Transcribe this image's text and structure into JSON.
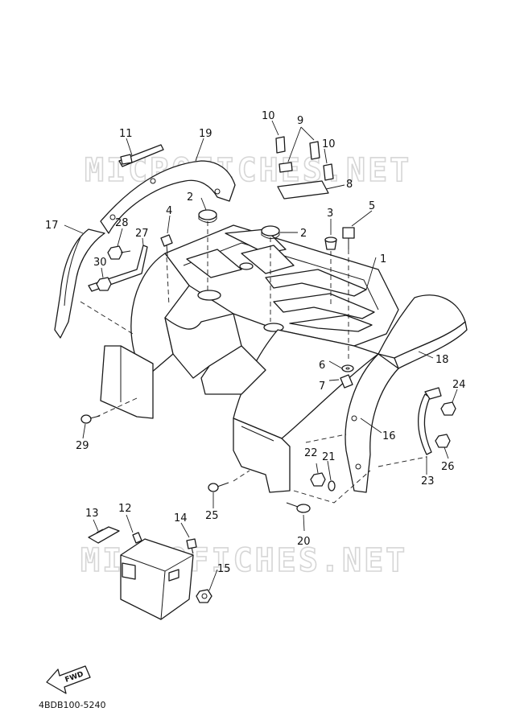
{
  "diagram": {
    "watermark": "MICROFICHES.NET",
    "diagram_code": "4BDB100-5240",
    "direction_label": "FWD",
    "callouts": [
      {
        "id": "c1",
        "label": "1"
      },
      {
        "id": "c2a",
        "label": "2"
      },
      {
        "id": "c2b",
        "label": "2"
      },
      {
        "id": "c3",
        "label": "3"
      },
      {
        "id": "c4",
        "label": "4"
      },
      {
        "id": "c5",
        "label": "5"
      },
      {
        "id": "c6",
        "label": "6"
      },
      {
        "id": "c7",
        "label": "7"
      },
      {
        "id": "c8",
        "label": "8"
      },
      {
        "id": "c9",
        "label": "9"
      },
      {
        "id": "c10a",
        "label": "10"
      },
      {
        "id": "c10b",
        "label": "10"
      },
      {
        "id": "c11",
        "label": "11"
      },
      {
        "id": "c12",
        "label": "12"
      },
      {
        "id": "c13",
        "label": "13"
      },
      {
        "id": "c14",
        "label": "14"
      },
      {
        "id": "c15",
        "label": "15"
      },
      {
        "id": "c16",
        "label": "16"
      },
      {
        "id": "c17",
        "label": "17"
      },
      {
        "id": "c18",
        "label": "18"
      },
      {
        "id": "c19",
        "label": "19"
      },
      {
        "id": "c20",
        "label": "20"
      },
      {
        "id": "c21",
        "label": "21"
      },
      {
        "id": "c22",
        "label": "22"
      },
      {
        "id": "c23",
        "label": "23"
      },
      {
        "id": "c24",
        "label": "24"
      },
      {
        "id": "c25",
        "label": "25"
      },
      {
        "id": "c26",
        "label": "26"
      },
      {
        "id": "c27",
        "label": "27"
      },
      {
        "id": "c28",
        "label": "28"
      },
      {
        "id": "c29",
        "label": "29"
      },
      {
        "id": "c30",
        "label": "30"
      }
    ]
  }
}
